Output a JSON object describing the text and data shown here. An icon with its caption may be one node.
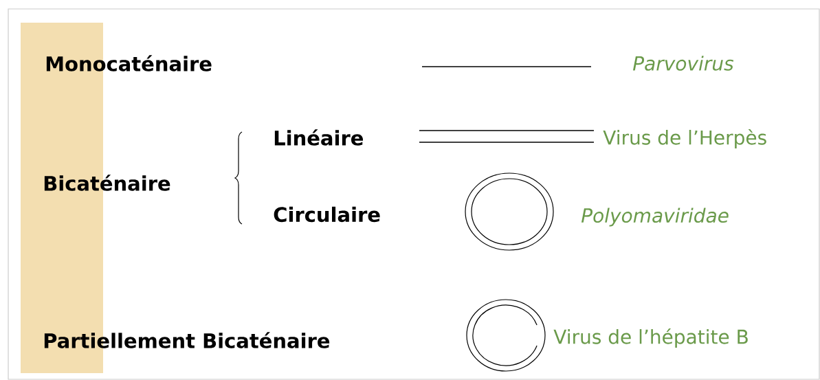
{
  "diagram": {
    "labels": [
      "Monocaténaire",
      "Parvovirus",
      "Linéaire",
      "Virus de l’Herpès",
      "Bicaténaire",
      "Circulaire",
      "Polyomaviridae",
      "Partiellement Bicaténaire",
      "Virus de l’hépatite B"
    ]
  }
}
